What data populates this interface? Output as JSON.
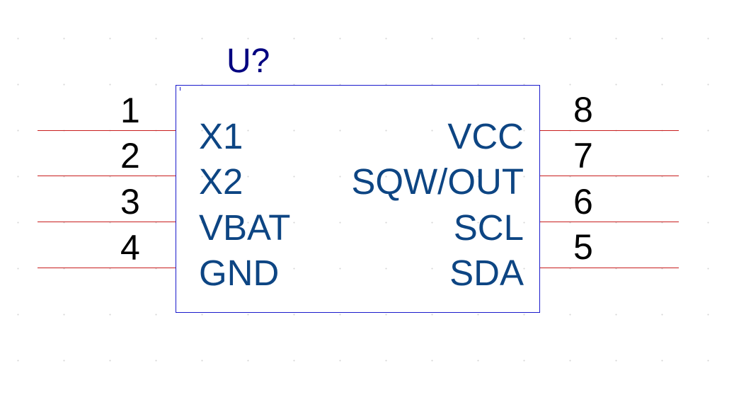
{
  "component": {
    "reference": "U?",
    "left_pins": [
      {
        "number": "1",
        "name": "X1"
      },
      {
        "number": "2",
        "name": "X2"
      },
      {
        "number": "3",
        "name": "VBAT"
      },
      {
        "number": "4",
        "name": "GND"
      }
    ],
    "right_pins": [
      {
        "number": "8",
        "name": "VCC"
      },
      {
        "number": "7",
        "name": "SQW/OUT"
      },
      {
        "number": "6",
        "name": "SCL"
      },
      {
        "number": "5",
        "name": "SDA"
      }
    ]
  },
  "colors": {
    "body_outline": "#1a1acc",
    "pin_line": "#c81e1e",
    "pin_name": "#0d4583",
    "reference": "#000080",
    "pin_number": "#000000"
  }
}
